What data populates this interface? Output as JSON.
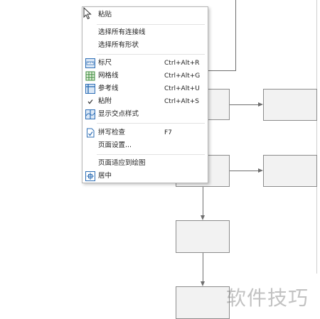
{
  "context_menu": {
    "items": [
      {
        "label": "粘贴"
      },
      {
        "label": "选择所有连接线"
      },
      {
        "label": "选择所有形状"
      },
      {
        "label": "标尺",
        "shortcut": "Ctrl+Alt+R",
        "icon": "ruler-icon"
      },
      {
        "label": "网格线",
        "shortcut": "Ctrl+Alt+G",
        "icon": "grid-icon"
      },
      {
        "label": "参考线",
        "shortcut": "Ctrl+Alt+U",
        "icon": "guides-icon"
      },
      {
        "label": "粘附",
        "shortcut": "Ctrl+Alt+S",
        "icon": "check-icon"
      },
      {
        "label": "显示交点样式",
        "icon": "intersection-icon"
      },
      {
        "label": "拼写检查",
        "shortcut": "F7",
        "icon": "spellcheck-icon"
      },
      {
        "label": "页面设置..."
      },
      {
        "label": "页面适应到绘图"
      },
      {
        "label": "居中",
        "icon": "center-icon"
      }
    ]
  },
  "watermark": "软件技巧",
  "colors": {
    "node_fill": "#f2f2f2",
    "node_border": "#8c8c8c",
    "connector": "#6e6e6e",
    "icon_blue": "#2f6fb6"
  }
}
